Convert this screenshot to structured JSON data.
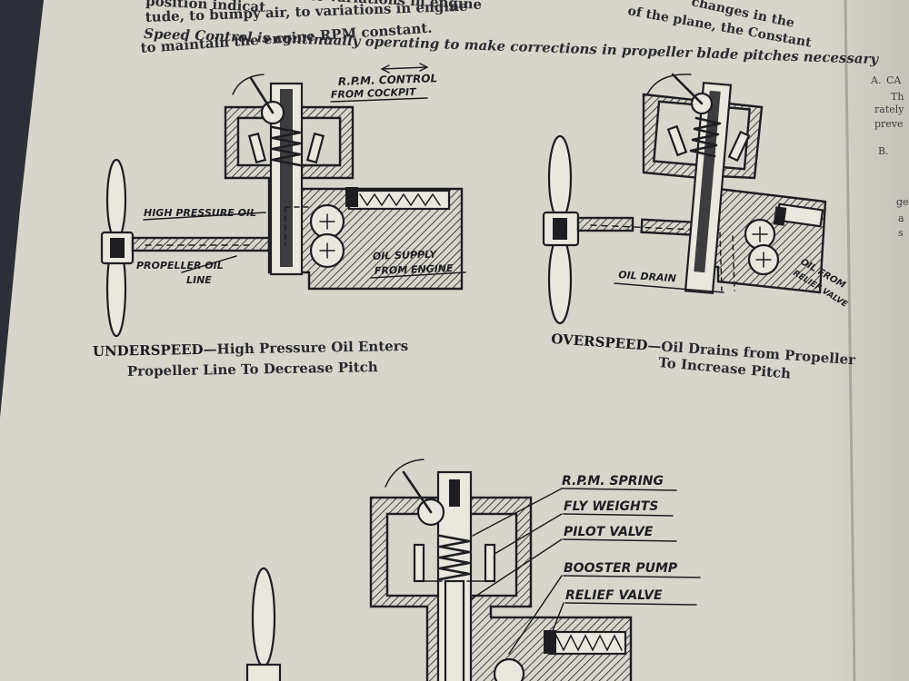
{
  "page": {
    "top_text": {
      "line1_left": "position indicat",
      "line1_mid": "to variations in engine",
      "line1_right": "changes in the",
      "line2_left": "tude, to bumpy air, to variations in engine",
      "line2_right": "of the plane, the Constant",
      "line3": "Speed Control is continually operating to make corrections in propeller blade pitches necessary",
      "line4": "to maintain the engine RPM constant."
    },
    "side_margin": {
      "a": "A.",
      "a_word": "CA",
      "t": "Th",
      "r1": "rately",
      "r2": "preve",
      "b": "B.",
      "g": "ge",
      "g2": "a",
      "g3": "s"
    },
    "fig_underspeed": {
      "label_rpm_control": "R.P.M. CONTROL",
      "label_from_cockpit": "FROM COCKPIT",
      "label_high_pressure_oil": "HIGH PRESSURE OIL",
      "label_propeller_oil": "PROPELLER OIL",
      "label_line": "LINE",
      "label_oil_supply": "OIL SUPPLY",
      "label_from_engine": "FROM ENGINE",
      "caption_bold": "UNDERSPEED",
      "caption_rest": "—High Pressure Oil Enters",
      "caption_line2": "Propeller Line To Decrease Pitch"
    },
    "fig_overspeed": {
      "label_oil_drain": "OIL DRAIN",
      "label_oil_from": "OIL FROM",
      "label_relief_valve": "RELIEF VALVE",
      "caption_bold": "OVERSPEED",
      "caption_rest": "—Oil Drains from Propeller",
      "caption_line2": "To Increase Pitch"
    },
    "fig_parts": {
      "rpm_spring": "R.P.M. SPRING",
      "fly_weights": "FLY WEIGHTS",
      "pilot_valve": "PILOT VALVE",
      "booster_pump": "BOOSTER PUMP",
      "relief_valve": "RELIEF VALVE"
    },
    "colors": {
      "paper": "#d8d6cc",
      "ink": "#1e1d22",
      "background": "#2c2f3a"
    }
  }
}
